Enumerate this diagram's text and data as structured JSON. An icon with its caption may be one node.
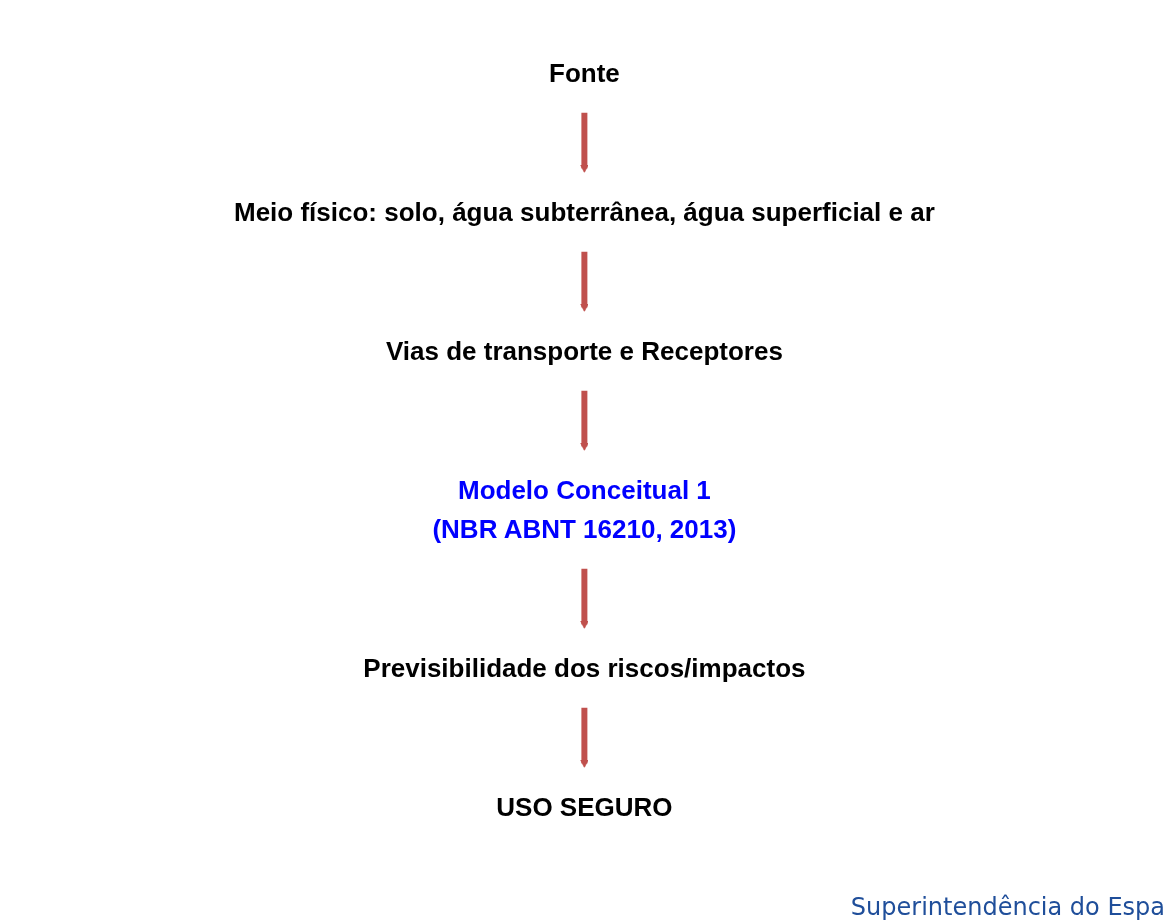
{
  "diagram": {
    "nodes": [
      {
        "text": [
          "Fonte"
        ]
      },
      {
        "text": [
          "Meio físico: solo, água subterrânea, água superficial e ar"
        ]
      },
      {
        "text": [
          "Vias de transporte e Receptores"
        ]
      },
      {
        "text": [
          "Modelo Conceitual 1",
          "(NBR ABNT 16210, 2013)"
        ]
      },
      {
        "text": [
          "Previsibilidade dos riscos/impactos"
        ]
      },
      {
        "text": [
          "USO SEGURO"
        ]
      }
    ],
    "edges": [
      {
        "from": 0,
        "to": 1,
        "arrow": "to"
      },
      {
        "from": 1,
        "to": 2,
        "arrow": "to"
      },
      {
        "from": 2,
        "to": 3,
        "arrow": "to"
      },
      {
        "from": 3,
        "to": 4,
        "arrow": "to"
      },
      {
        "from": 4,
        "to": 5,
        "arrow": "to"
      }
    ],
    "labels": [
      "Superintendência do Espa"
    ]
  }
}
